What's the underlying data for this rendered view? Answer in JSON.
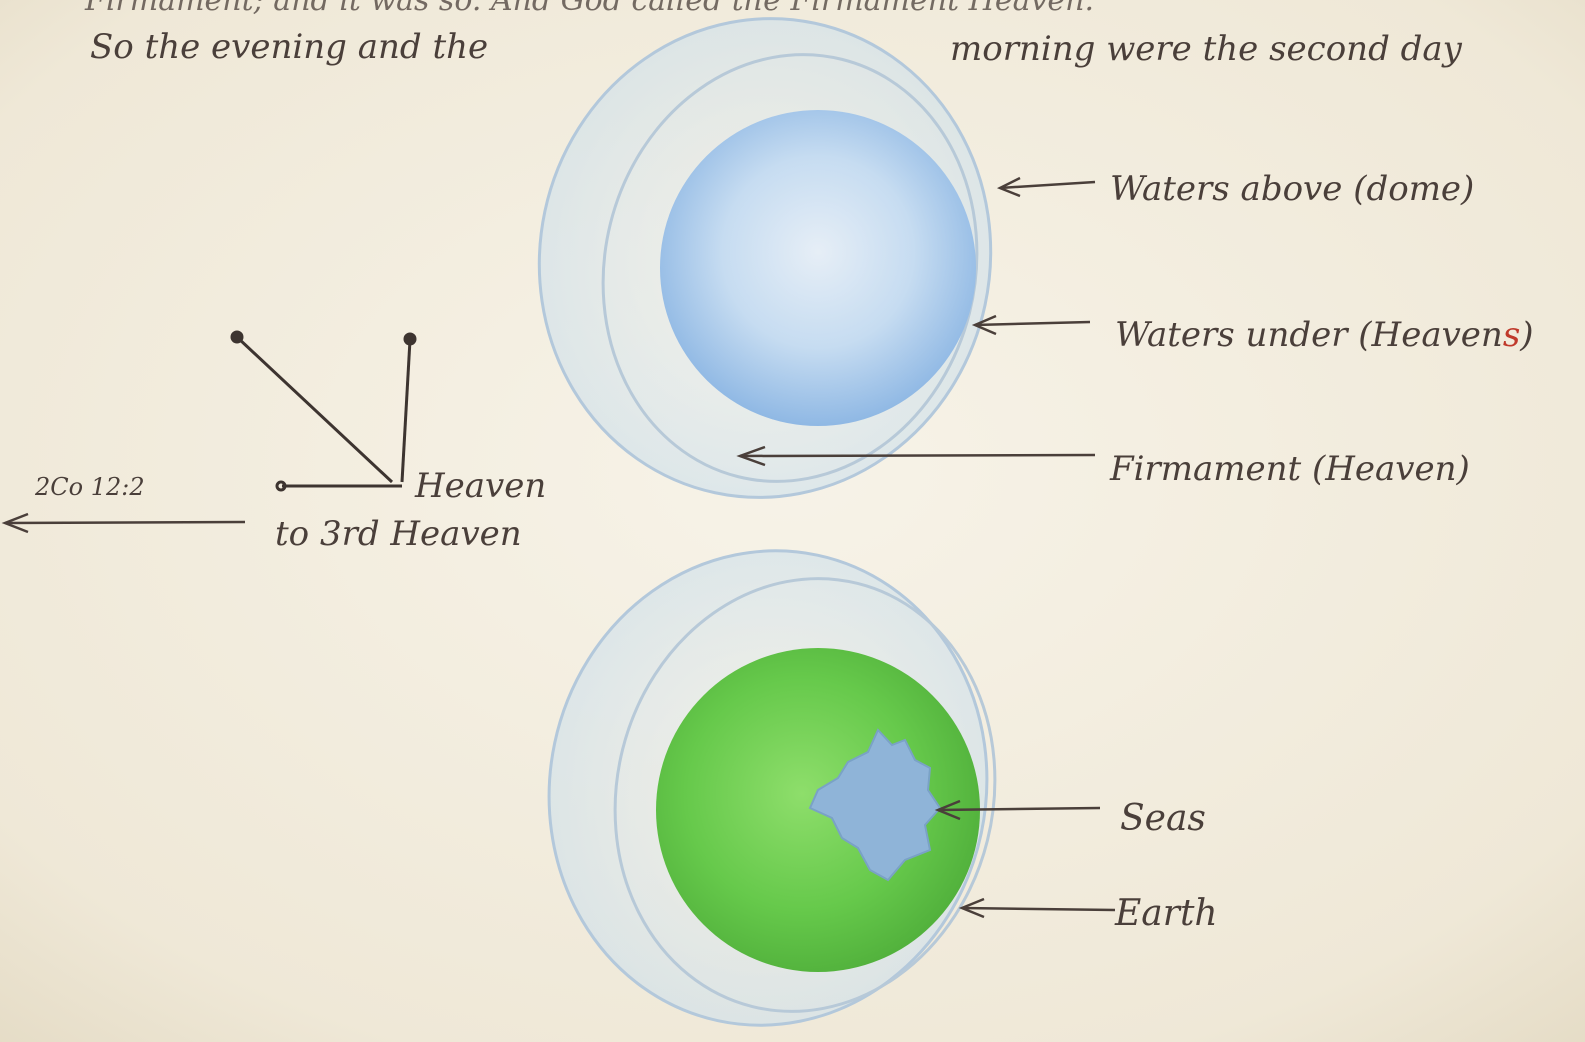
{
  "header": {
    "line1": "Firmament; and it was so. And God called the Firmament Heaven.",
    "line2_left": "So the evening and the",
    "line2_right": "morning were the second day"
  },
  "heavens_diagram": {
    "label_heaven": "Heaven",
    "label_third_heaven": "to 3rd Heaven",
    "reference": "2Co 12:2"
  },
  "top_globe": {
    "labels": {
      "waters_above": "Waters above (dome)",
      "waters_under_prefix": "Waters under (Heaven",
      "waters_under_red_s": "s",
      "waters_under_suffix": ")",
      "firmament": "Firmament (Heaven)"
    }
  },
  "bottom_globe": {
    "labels": {
      "seas": "Seas",
      "earth": "Earth"
    }
  },
  "colors": {
    "paper": "#f4efe2",
    "ink": "#4a3f3a",
    "water_blue": "#9fc3e8",
    "shell_blue": "#b9cfe0",
    "earth_green": "#6fcf5a",
    "sea_blue": "#8fb4d8",
    "red_ink": "#c0392b"
  }
}
